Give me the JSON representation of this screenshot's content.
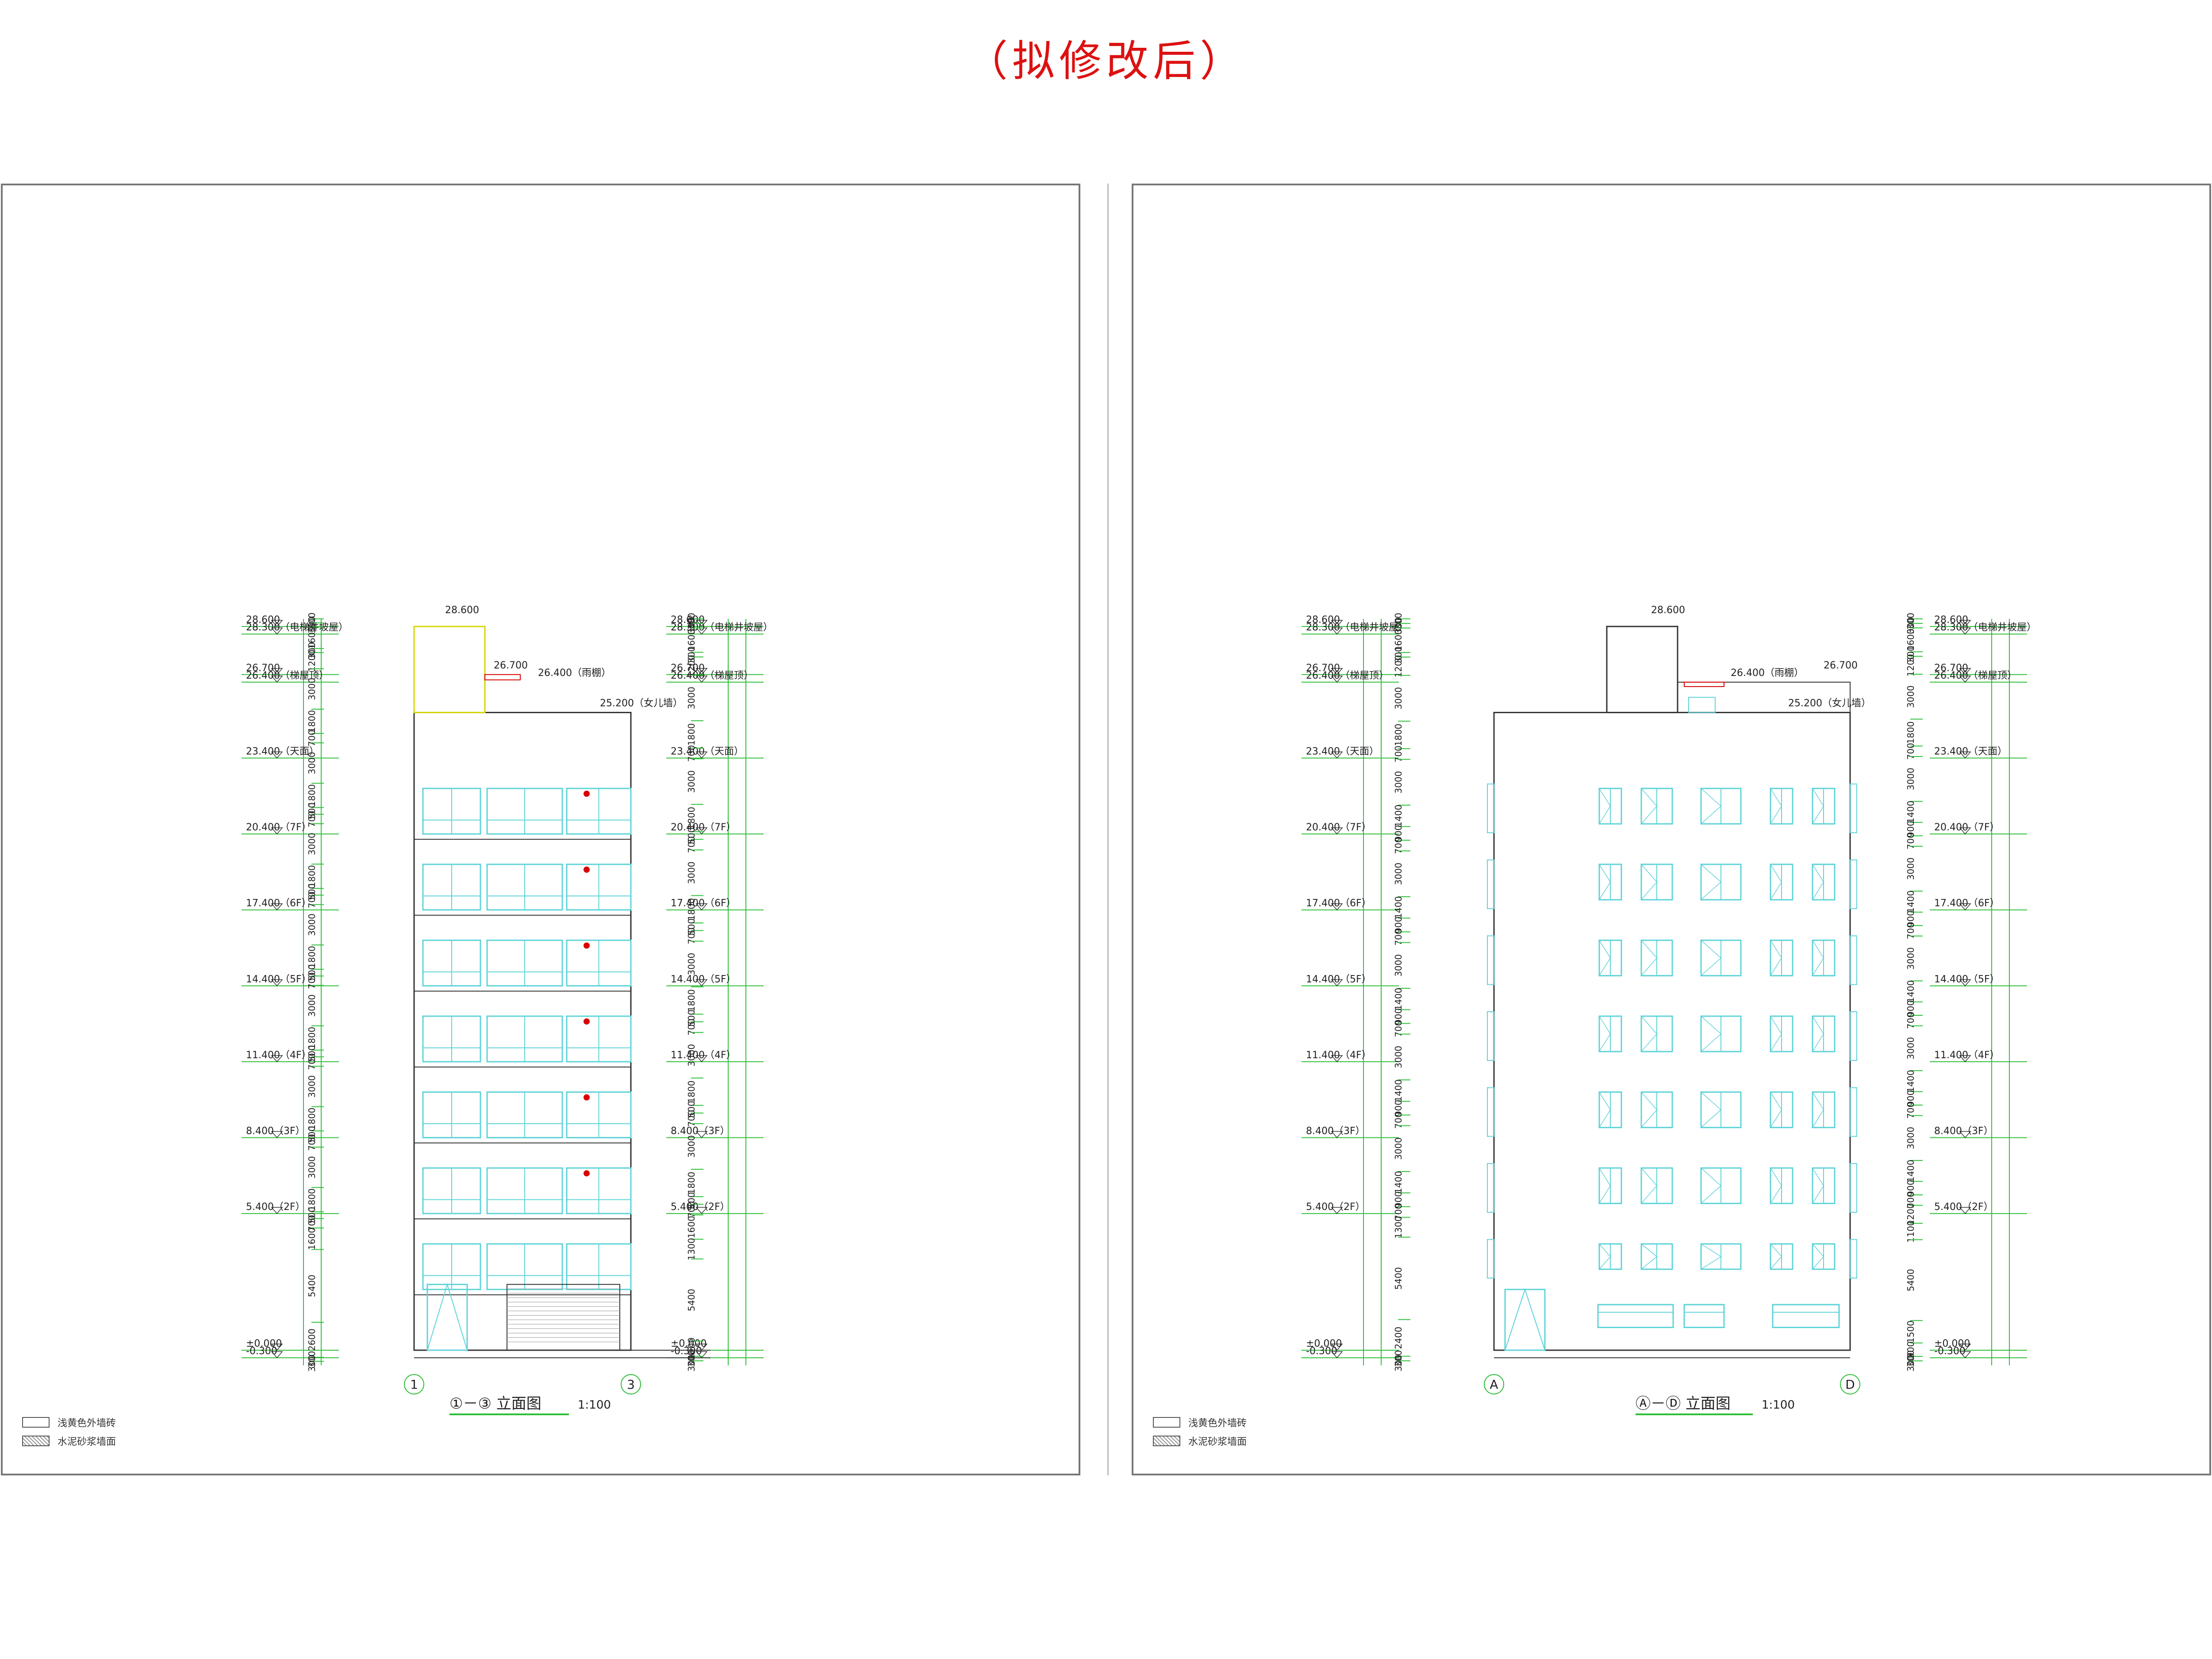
{
  "title": "（拟修改后）",
  "colors": {
    "title": "#d11111",
    "dim": "#2fbf3a",
    "window": "#5fd3d8",
    "outline": "#333333",
    "accent": "#d80000"
  },
  "legend": {
    "item1": "浅黄色外墙砖",
    "item2": "水泥砂浆墙面"
  },
  "levels": [
    {
      "value": "28.600",
      "note": ""
    },
    {
      "value": "28.300",
      "note": "（电梯井坡屋）"
    },
    {
      "value": "26.700",
      "note": ""
    },
    {
      "value": "26.400",
      "note": "（梯屋顶）"
    },
    {
      "value": "23.400",
      "note": "（天面）"
    },
    {
      "value": "20.400",
      "note": "（7F）"
    },
    {
      "value": "17.400",
      "note": "（6F）"
    },
    {
      "value": "14.400",
      "note": "（5F）"
    },
    {
      "value": "11.400",
      "note": "（4F）"
    },
    {
      "value": "8.400",
      "note": "（3F）"
    },
    {
      "value": "5.400",
      "note": "（2F）"
    },
    {
      "value": "±0.000",
      "note": ""
    },
    {
      "value": "-0.300",
      "note": ""
    }
  ],
  "elevation_left": {
    "caption": "①－③ 立面图",
    "scale": "1:100",
    "axis_start": "1",
    "axis_end": "3",
    "roof_label": "28.600",
    "canopy_label": "26.400（雨棚）",
    "canopy_top": "26.700",
    "parapet_label": "25.200（女儿墙）",
    "dims_left": [
      "300",
      "300",
      "1600",
      "300",
      "1200",
      "3000",
      "1800",
      "700",
      "3000",
      "1800",
      "500",
      "700",
      "3000",
      "1800",
      "500",
      "700",
      "3000",
      "1800",
      "500",
      "700",
      "3000",
      "1800",
      "500",
      "700",
      "3000",
      "1800",
      "500",
      "700",
      "3000",
      "1800",
      "500",
      "700",
      "1600",
      "5400",
      "2600",
      "300",
      "300"
    ],
    "dims_right": [
      "300",
      "300",
      "1600",
      "300",
      "1200",
      "3000",
      "1800",
      "700",
      "3000",
      "1800",
      "500",
      "700",
      "3000",
      "1800",
      "500",
      "700",
      "3000",
      "1800",
      "500",
      "700",
      "3000",
      "1800",
      "500",
      "700",
      "3000",
      "1800",
      "500",
      "700",
      "1600",
      "1300",
      "5400",
      "1000",
      "300",
      "300"
    ]
  },
  "elevation_right": {
    "caption": "Ⓐ－Ⓓ 立面图",
    "scale": "1:100",
    "axis_start": "A",
    "axis_end": "D",
    "roof_label": "28.600",
    "canopy_label": "26.400（雨棚）",
    "canopy_top": "26.700",
    "parapet_label": "25.200（女儿墙）",
    "dims_left": [
      "300",
      "300",
      "1600",
      "300",
      "1200",
      "3000",
      "1800",
      "700",
      "3000",
      "1400",
      "900",
      "700",
      "3000",
      "1400",
      "900",
      "700",
      "3000",
      "1400",
      "900",
      "700",
      "3000",
      "1400",
      "900",
      "700",
      "3000",
      "1400",
      "900",
      "700",
      "1300",
      "5400",
      "2400",
      "300",
      "300"
    ],
    "dims_right": [
      "300",
      "300",
      "1600",
      "300",
      "1200",
      "3000",
      "1800",
      "700",
      "3000",
      "1400",
      "900",
      "700",
      "3000",
      "1400",
      "900",
      "700",
      "3000",
      "1400",
      "900",
      "700",
      "3000",
      "1400",
      "900",
      "700",
      "3000",
      "1400",
      "900",
      "700",
      "1200",
      "1100",
      "5400",
      "1500",
      "900",
      "300",
      "300"
    ]
  }
}
